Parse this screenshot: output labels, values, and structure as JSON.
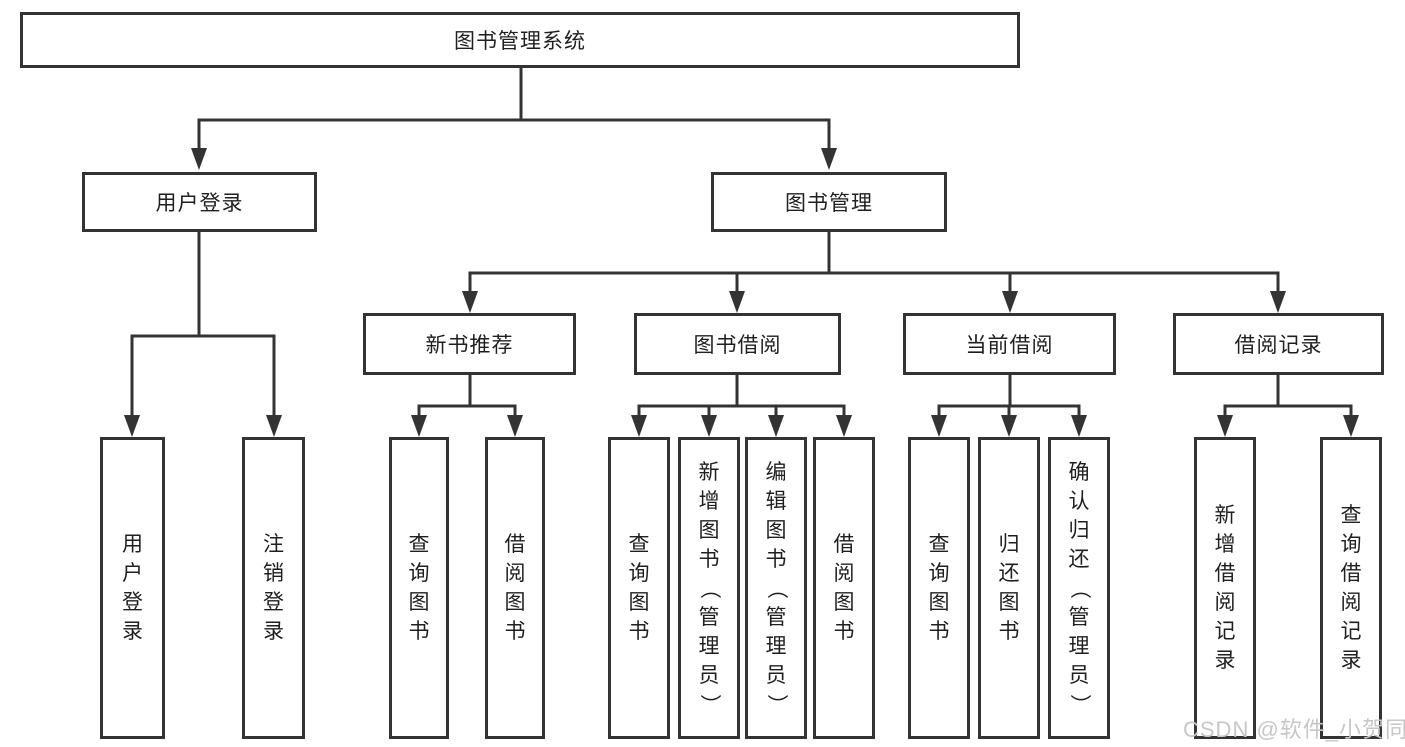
{
  "diagram": {
    "root": {
      "label": "图书管理系统"
    },
    "branches": [
      {
        "label": "用户登录",
        "children": [
          "用户登录",
          "注销登录"
        ]
      },
      {
        "label": "图书管理",
        "sections": [
          {
            "label": "新书推荐",
            "children": [
              "查询图书",
              "借阅图书"
            ]
          },
          {
            "label": "图书借阅",
            "children": [
              "查询图书",
              "新增图书（管理员）",
              "编辑图书（管理员）",
              "借阅图书"
            ]
          },
          {
            "label": "当前借阅",
            "children": [
              "查询图书",
              "归还图书",
              "确认归还（管理员）"
            ]
          },
          {
            "label": "借阅记录",
            "children": [
              "新增借阅记录",
              "查询借阅记录"
            ]
          }
        ]
      }
    ]
  },
  "watermark": {
    "text": "CSDN @软件_小贺同学"
  },
  "colors": {
    "line": "#333333",
    "text": "#1f1f1f",
    "watermark": "#c7c7c7",
    "background": "#ffffff"
  }
}
